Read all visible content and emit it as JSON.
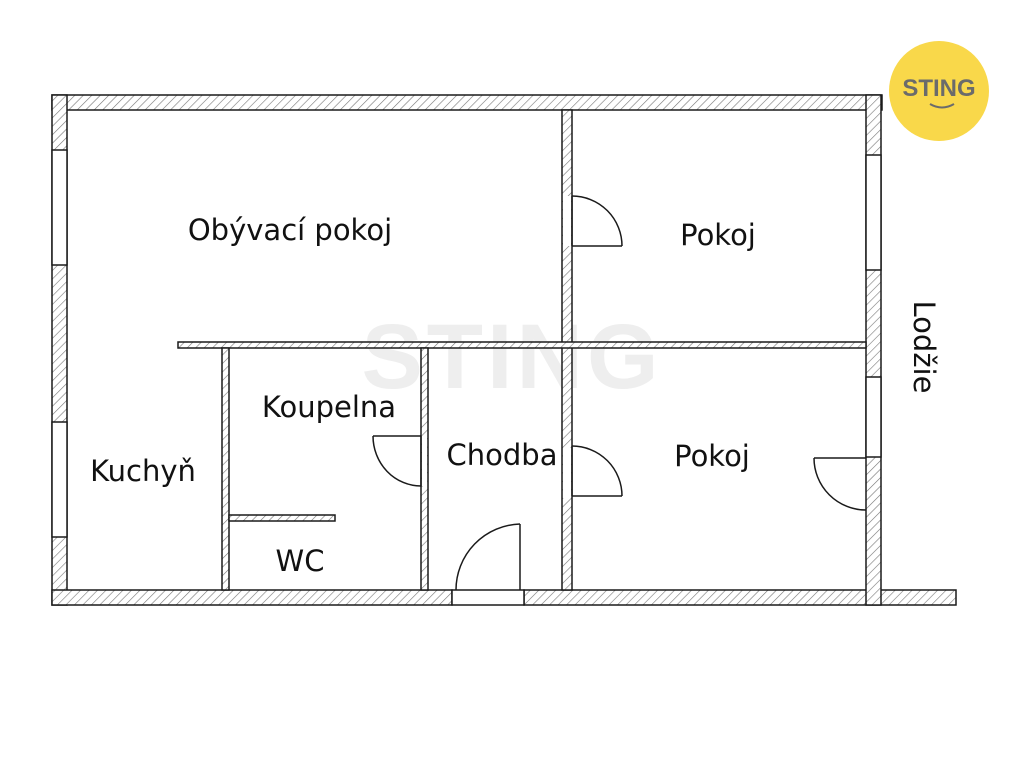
{
  "rooms": {
    "living": "Obývací pokoj",
    "room_upper": "Pokoj",
    "room_lower": "Pokoj",
    "kitchen": "Kuchyň",
    "bathroom": "Koupelna",
    "wc": "WC",
    "hallway": "Chodba",
    "loggia": "Lodžie"
  },
  "branding": {
    "logo_text": "STING",
    "watermark_text": "STING"
  },
  "colors": {
    "wall": "#1a1a1a",
    "logo_fill": "#f9d84a",
    "logo_text": "#6b6b6b",
    "watermark": "#eeeeee"
  }
}
